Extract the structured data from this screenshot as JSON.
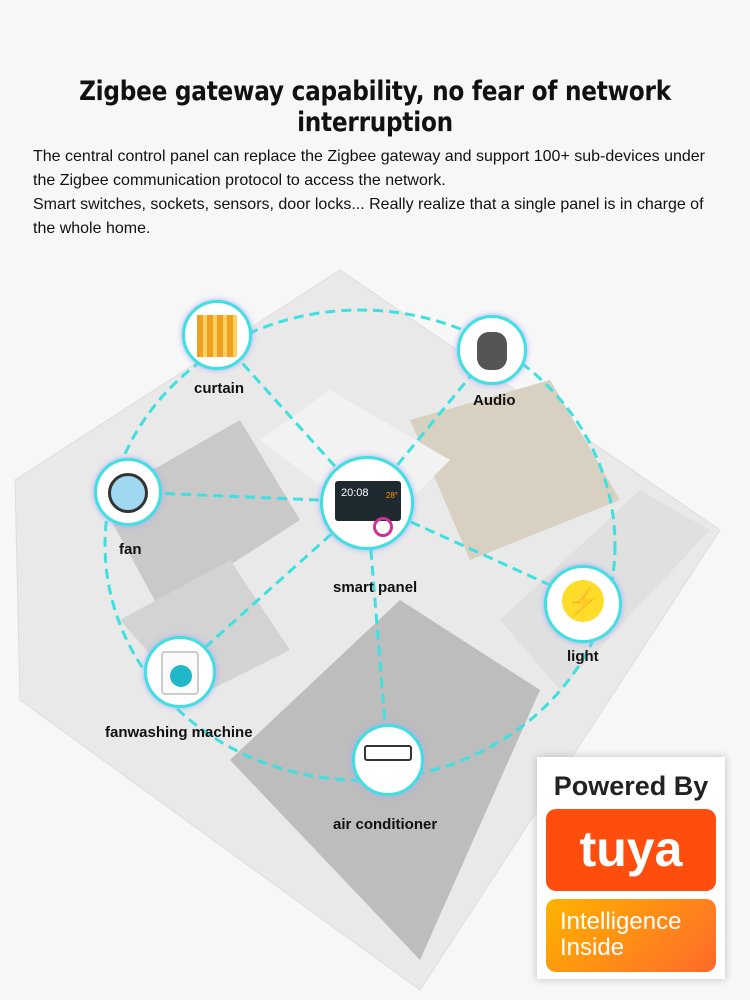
{
  "title": "Zigbee gateway capability, no fear of network interruption",
  "paragraph": [
    "The central control panel can replace the Zigbee gateway and support 100+ sub-devices under",
    "the Zigbee communication protocol to access the network.",
    "Smart switches, sockets, sensors, door locks... Really realize that a single panel is in charge of",
    "the whole home."
  ],
  "devices": {
    "curtain": "curtain",
    "audio": "Audio",
    "fan": "fan",
    "smart_panel": "smart panel",
    "light": "light",
    "washing": "fanwashing machine",
    "ac": "air conditioner"
  },
  "panel_screen": {
    "time": "20:08",
    "temp": "28°"
  },
  "badge": {
    "powered_by": "Powered By",
    "brand": "tuya",
    "tagline_1": "Intelligence",
    "tagline_2": "Inside"
  },
  "colors": {
    "link": "#3fe0e0",
    "tuya_orange": "#ff4d0d"
  }
}
